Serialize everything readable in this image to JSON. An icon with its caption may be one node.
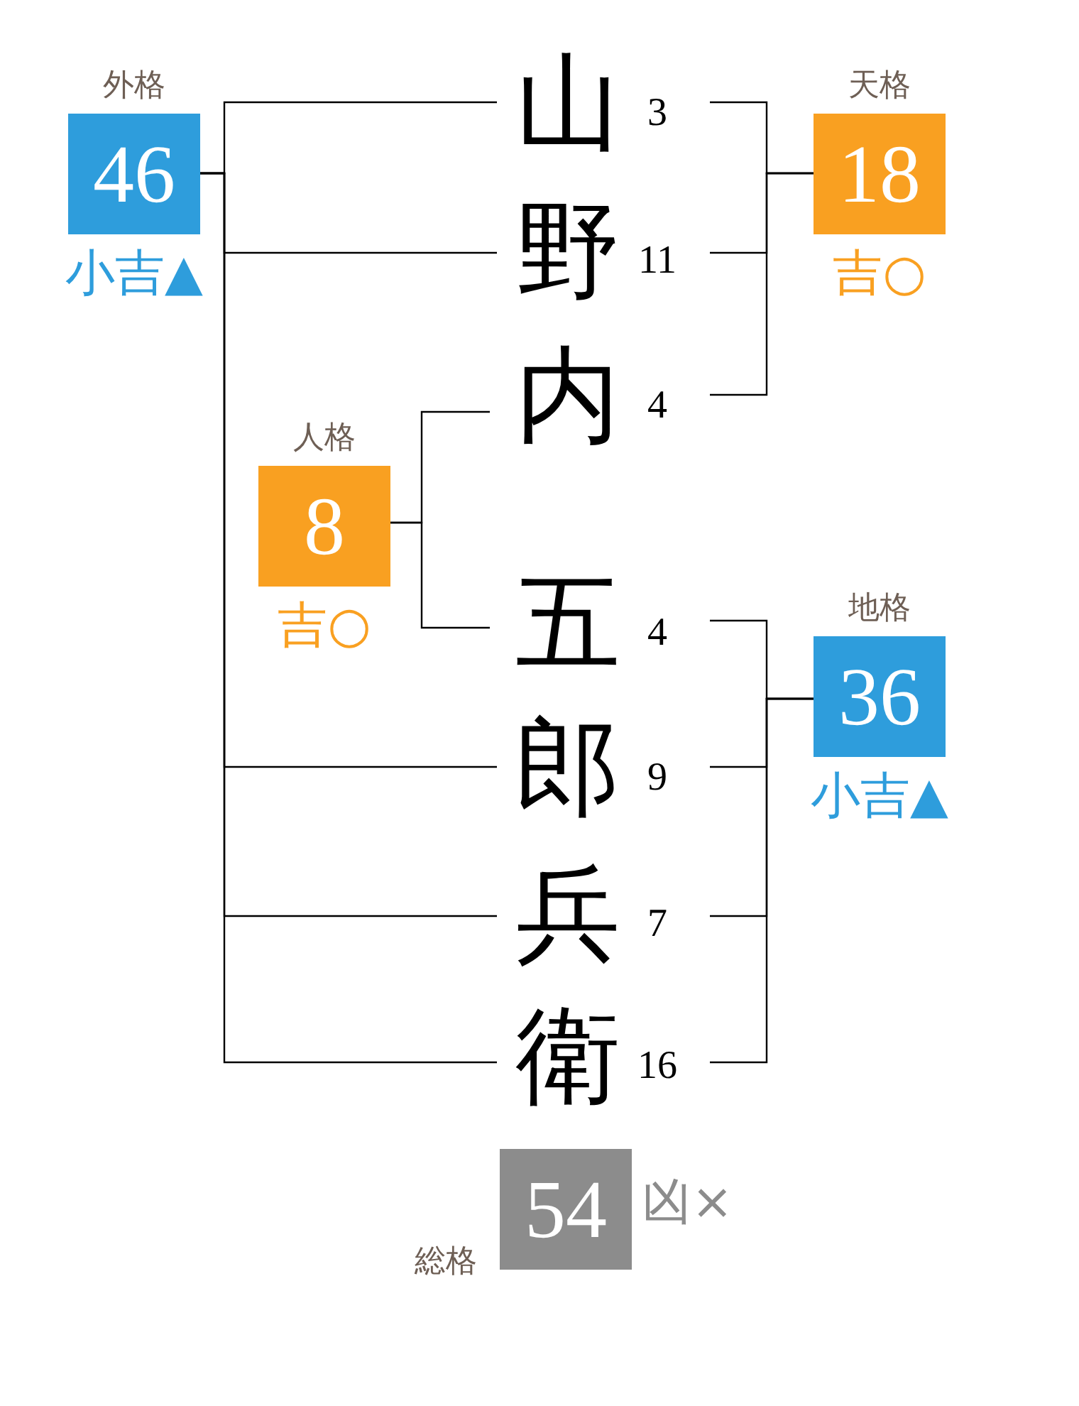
{
  "diagram": {
    "nodes": [
      {
        "text": [
          "外格",
          "46"
        ],
        "beside": [
          "小吉▲"
        ]
      },
      {
        "text": [
          "山"
        ],
        "beside": [
          "3"
        ]
      },
      {
        "text": [
          "天格",
          "18"
        ],
        "beside": [
          "吉○"
        ]
      },
      {
        "text": [
          "野"
        ],
        "beside": [
          "11"
        ]
      },
      {
        "text": [
          "内"
        ],
        "beside": [
          "4"
        ]
      },
      {
        "text": [
          "人格",
          "8"
        ],
        "beside": [
          "吉○"
        ]
      },
      {
        "text": [
          "五"
        ],
        "beside": [
          "4"
        ]
      },
      {
        "text": [
          "地格",
          "36"
        ],
        "beside": [
          "小吉▲"
        ]
      },
      {
        "text": [
          "郎"
        ],
        "beside": [
          "9"
        ]
      },
      {
        "text": [
          "兵"
        ],
        "beside": [
          "7"
        ]
      },
      {
        "text": [
          "衛"
        ],
        "beside": [
          "16"
        ]
      },
      {
        "text": [
          "総格",
          "54"
        ],
        "beside": [
          "凶×"
        ]
      }
    ],
    "edges": [
      {
        "from": 1,
        "to": 0,
        "arrow": "none"
      },
      {
        "from": 3,
        "to": 0,
        "arrow": "none"
      },
      {
        "from": 8,
        "to": 0,
        "arrow": "none"
      },
      {
        "from": 9,
        "to": 0,
        "arrow": "none"
      },
      {
        "from": 10,
        "to": 0,
        "arrow": "none"
      },
      {
        "from": 1,
        "to": 2,
        "arrow": "none"
      },
      {
        "from": 3,
        "to": 2,
        "arrow": "none"
      },
      {
        "from": 4,
        "to": 2,
        "arrow": "none"
      },
      {
        "from": 4,
        "to": 5,
        "arrow": "none"
      },
      {
        "from": 6,
        "to": 5,
        "arrow": "none"
      },
      {
        "from": 6,
        "to": 7,
        "arrow": "none"
      },
      {
        "from": 8,
        "to": 7,
        "arrow": "none"
      },
      {
        "from": 9,
        "to": 7,
        "arrow": "none"
      },
      {
        "from": 10,
        "to": 7,
        "arrow": "none"
      }
    ]
  }
}
